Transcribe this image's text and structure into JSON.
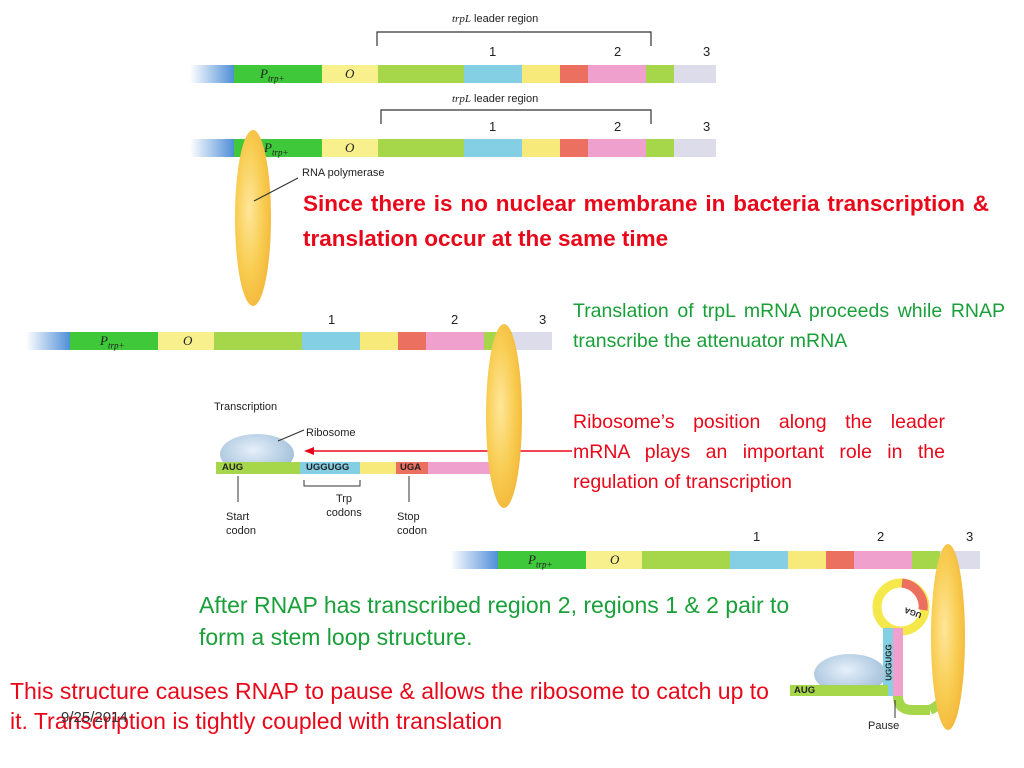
{
  "strips": {
    "bracket_label_prefix": "trpL",
    "bracket_label_suffix": " leader region",
    "promoter_label": "P",
    "promoter_sub": "trp+",
    "operator_label": "O",
    "region_1": "1",
    "region_2": "2",
    "region_3": "3"
  },
  "rna_polymerase_label": "RNA polymerase",
  "headline": "Since there is no nuclear membrane in bacteria transcription & translation occur at the same time",
  "translation_note": "Translation of trpL mRNA proceeds while RNAP transcribe the attenuator mRNA",
  "ribosome_note": "Ribosome’s position along the leader mRNA plays an important role in the regulation of transcription",
  "transcription_panel": {
    "title": "Transcription",
    "ribosome_label": "Ribosome",
    "aug": "AUG",
    "uggugg": "UGGUGG",
    "uga": "UGA",
    "start_codon": "Start codon",
    "trp_codons": "Trp codons",
    "stop_codon": "Stop codon"
  },
  "stem_loop_note": "After RNAP has transcribed region 2, regions 1 & 2 pair to form a stem loop structure.",
  "pause_panel": {
    "aug": "AUG",
    "uggugg": "UGGUGG",
    "uga": "UGA",
    "pause": "Pause"
  },
  "bottom_note": "This structure causes RNAP to pause & allows the ribosome to catch up to it.  Transcription is tightly coupled with translation",
  "slide_date": "9/25/2014",
  "colors": {
    "promoter": "#3ec83a",
    "operator": "#f7f08c",
    "leader": "#a6d64a",
    "region1": "#84cfe3",
    "yellow": "#f7ea7a",
    "salmon": "#ec7060",
    "region2": "#f0a0cc",
    "region3": "#dcdcea",
    "red_text": "#e8081a",
    "green_text": "#1aa03a"
  }
}
